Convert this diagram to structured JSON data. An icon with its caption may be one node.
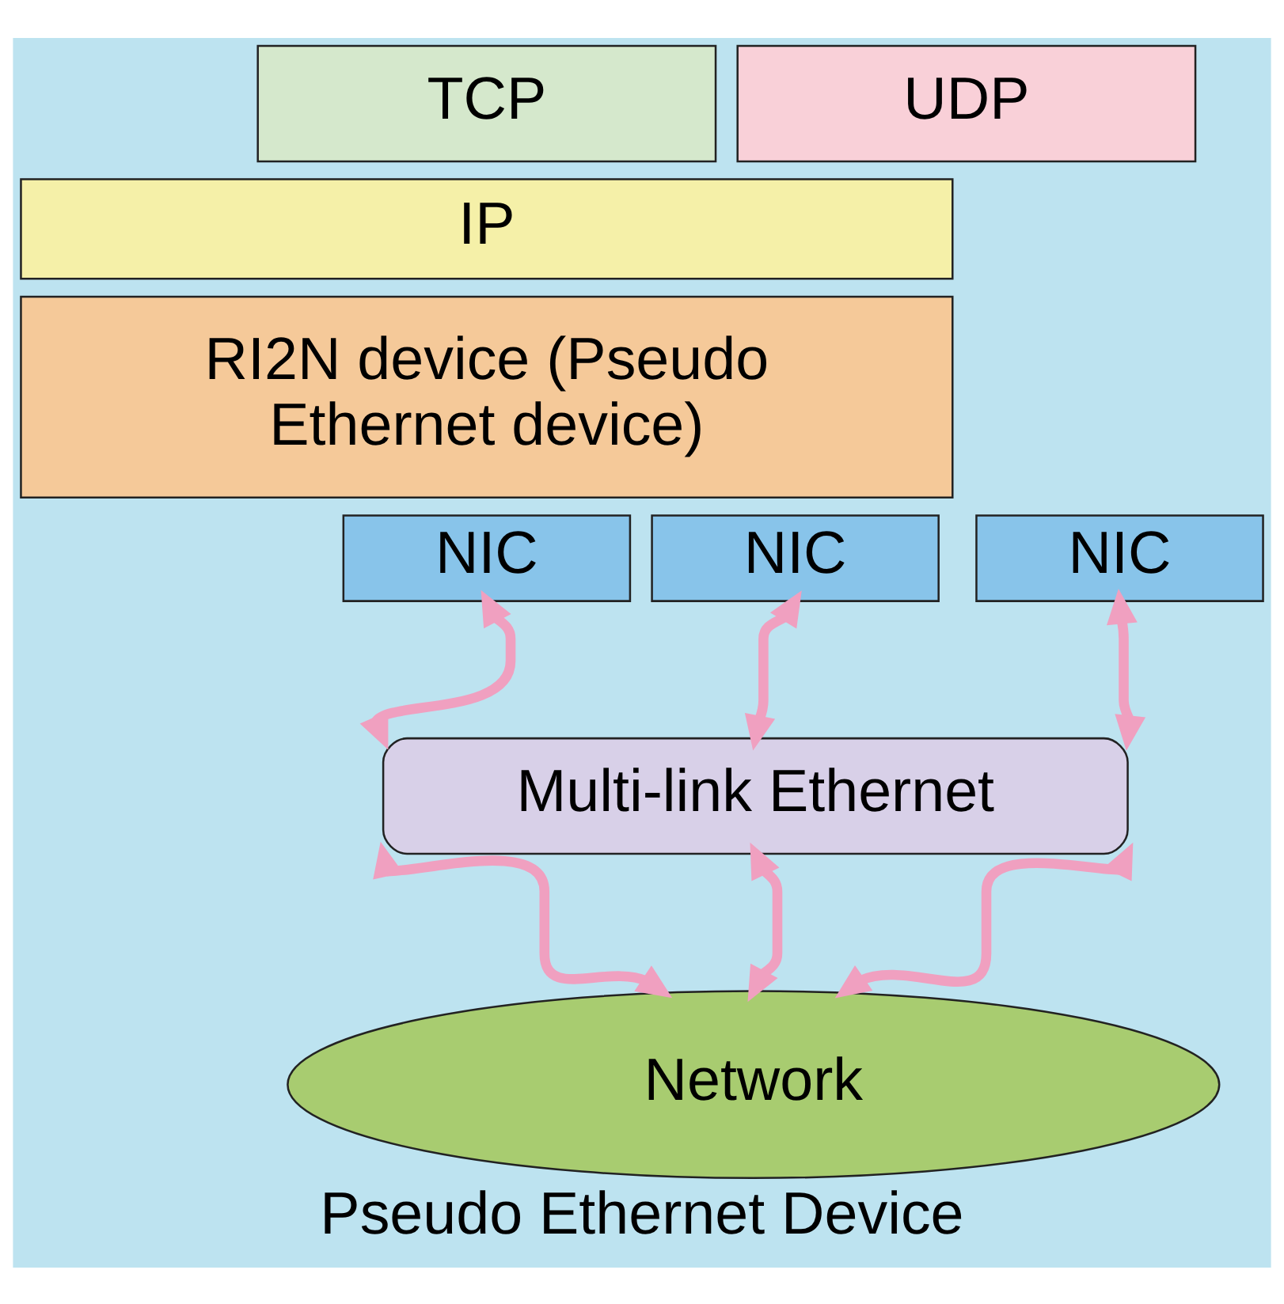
{
  "diagram": {
    "caption": "Pseudo Ethernet Device",
    "nodes": [
      {
        "text": [
          "TCP"
        ]
      },
      {
        "text": [
          "UDP"
        ]
      },
      {
        "text": [
          "IP"
        ]
      },
      {
        "text": [
          "RI2N device (Pseudo Ethernet device)"
        ]
      },
      {
        "text": [
          "NIC"
        ]
      },
      {
        "text": [
          "NIC"
        ]
      },
      {
        "text": [
          "NIC"
        ]
      },
      {
        "text": [
          "Multi-link Ethernet"
        ]
      },
      {
        "text": [
          "Network"
        ]
      }
    ],
    "edges": [
      {
        "from": 7,
        "to": 4,
        "arrow": "both"
      },
      {
        "from": 7,
        "to": 5,
        "arrow": "both"
      },
      {
        "from": 7,
        "to": 6,
        "arrow": "both"
      },
      {
        "from": 7,
        "to": 8,
        "arrow": "both"
      },
      {
        "from": 7,
        "to": 8,
        "arrow": "both"
      },
      {
        "from": 7,
        "to": 8,
        "arrow": "both"
      }
    ]
  }
}
